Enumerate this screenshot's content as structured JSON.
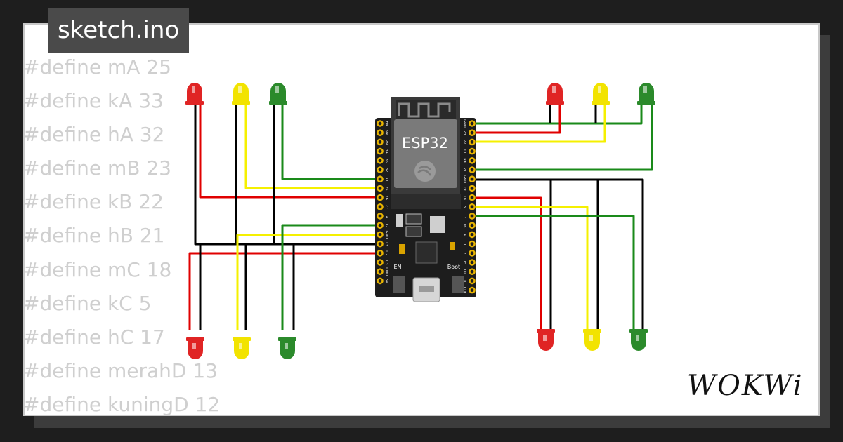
{
  "tab": {
    "filename": "sketch.ino"
  },
  "code_lines": [
    "#define mA 25",
    "#define kA 33",
    "#define hA 32",
    "#define mB 23",
    "#define kB 22",
    "#define hB 21",
    "#define mC 18",
    "#define kC 5",
    "#define hC 17",
    "#define merahD 13",
    "#define kuningD 12"
  ],
  "board": {
    "name": "ESP32",
    "left_pins": [
      "EN",
      "VP",
      "VN",
      "34",
      "35",
      "32",
      "33",
      "25",
      "26",
      "27",
      "14",
      "12",
      "GND",
      "13",
      "D2",
      "D3",
      "CMD",
      "5V"
    ],
    "right_pins": [
      "GND",
      "23",
      "22",
      "TX",
      "RX",
      "21",
      "GND",
      "19",
      "18",
      "5",
      "17",
      "16",
      "4",
      "0",
      "2",
      "15",
      "D1",
      "D0",
      "CLK"
    ],
    "button_left": "EN",
    "button_right": "Boot"
  },
  "brand": {
    "logo": "WOKWi"
  },
  "colors": {
    "red_led": "#e02424",
    "yellow_led": "#f2e300",
    "green_led": "#2b8a2b",
    "wire_red": "#e00000",
    "wire_yellow": "#f5f000",
    "wire_green": "#1a8a1a",
    "wire_black": "#000000",
    "board": "#1d1d1d",
    "pin": "#e8b400"
  }
}
